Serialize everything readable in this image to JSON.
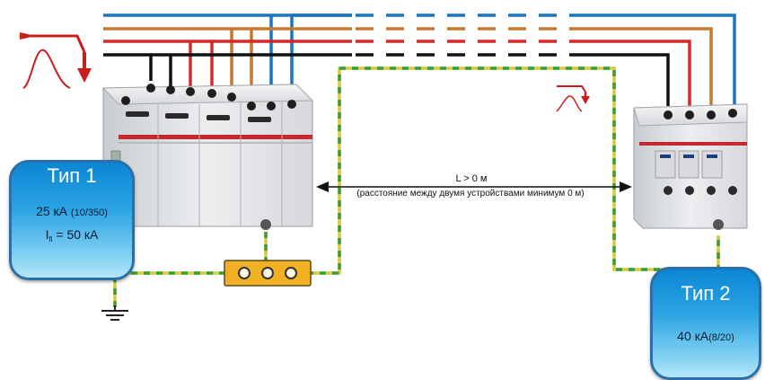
{
  "colors": {
    "blue": "#1a74c4",
    "brown": "#c47a2e",
    "red": "#d62828",
    "black": "#111111",
    "earth_yellow": "#d8c83a",
    "earth_green": "#3f9a3a",
    "busbar": "#f2b024",
    "badge": "#2aa3e3"
  },
  "distance": {
    "main": "L > 0 м",
    "note": "(расстояние между двумя устройствами минимум 0 м)"
  },
  "type1": {
    "title": "Тип 1",
    "line1_value": "25 кА",
    "line1_wave": "(10/350)",
    "line2_symbol": "I",
    "line2_subscript": "ﬁ",
    "line2_value": "= 50 кА"
  },
  "type2": {
    "title": "Тип 2",
    "line1_value": "40 кА",
    "line1_wave": "(8/20)"
  },
  "icons": {
    "large_surge": "lightning-surge-icon",
    "small_surge": "lightning-surge-icon",
    "ground": "ground-symbol-icon"
  }
}
